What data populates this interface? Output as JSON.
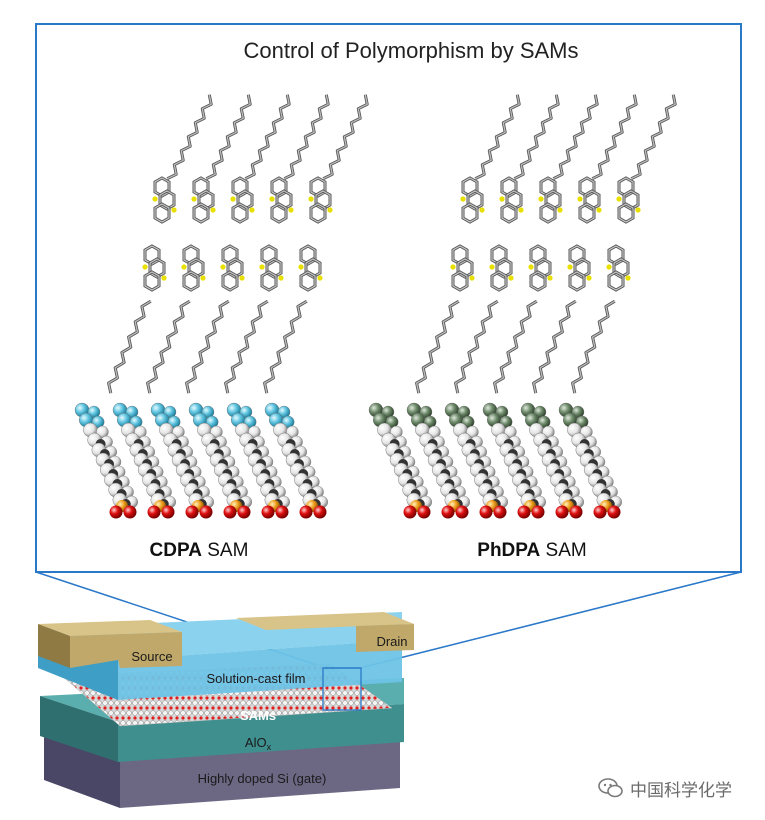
{
  "figure": {
    "title": "Control of Polymorphism by SAMs",
    "left_sam": {
      "bold": "CDPA",
      "suffix": " SAM",
      "head_color": "#5fc4e0"
    },
    "right_sam": {
      "bold": "PhDPA",
      "suffix": " SAM",
      "head_color": "#6d8a6a"
    }
  },
  "device": {
    "source": "Source",
    "drain": "Drain",
    "film": "Solution-cast film",
    "sams": "SAMs",
    "oxide_base": "AlO",
    "oxide_sub": "x",
    "gate": "Highly doped Si (gate)"
  },
  "watermark": {
    "icon": "wechat-icon",
    "text": "中国科学化学"
  },
  "colors": {
    "frame": "#2a78c8",
    "electrode": "#bfa86a",
    "film": "#6ec3e6",
    "oxide": "#3f8f8f",
    "gate": "#6c6884",
    "sulfur": "#e8e000",
    "oxygen": "#e01010",
    "phosphorus": "#f0a020"
  }
}
